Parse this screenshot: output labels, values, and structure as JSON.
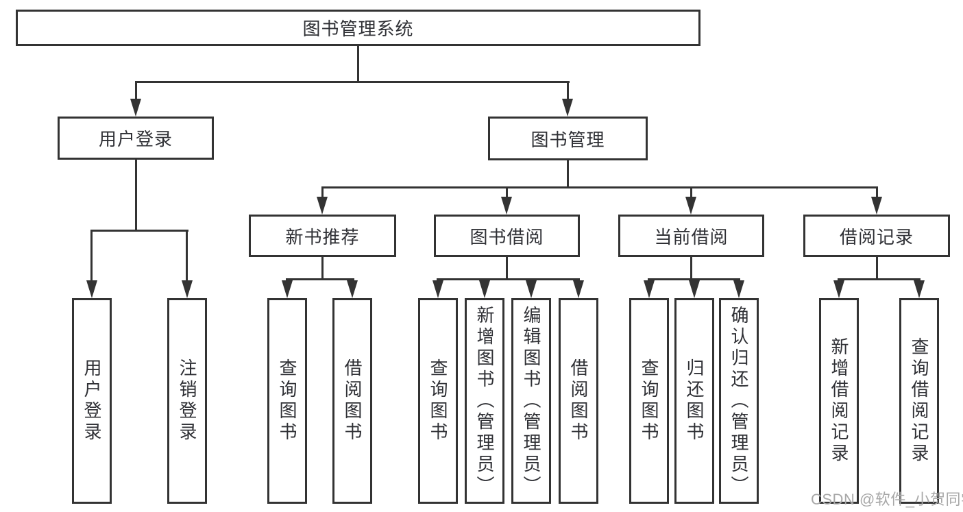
{
  "nodes": {
    "root": {
      "label": "图书管理系统"
    },
    "l2": [
      {
        "id": "user-login",
        "label": "用户登录"
      },
      {
        "id": "book-management",
        "label": "图书管理"
      }
    ],
    "l3": [
      {
        "id": "new-book-recommend",
        "label": "新书推荐"
      },
      {
        "id": "book-borrowing",
        "label": "图书借阅"
      },
      {
        "id": "current-borrowing",
        "label": "当前借阅"
      },
      {
        "id": "borrowing-records",
        "label": "借阅记录"
      }
    ],
    "leaves": [
      {
        "id": "leaf-user-login",
        "label": "用户登录"
      },
      {
        "id": "leaf-logout",
        "label": "注销登录"
      },
      {
        "id": "leaf-query-books-recommend",
        "label": "查询图书"
      },
      {
        "id": "leaf-borrow-books-recommend",
        "label": "借阅图书"
      },
      {
        "id": "leaf-query-books-borrowing",
        "label": "查询图书"
      },
      {
        "id": "leaf-add-books-admin",
        "label": "新增图书（管理员）"
      },
      {
        "id": "leaf-edit-books-admin",
        "label": "编辑图书（管理员）"
      },
      {
        "id": "leaf-borrow-books-borrowing",
        "label": "借阅图书"
      },
      {
        "id": "leaf-query-books-current",
        "label": "查询图书"
      },
      {
        "id": "leaf-return-books",
        "label": "归还图书"
      },
      {
        "id": "leaf-confirm-return-admin",
        "label": "确认归还（管理员）"
      },
      {
        "id": "leaf-add-borrow-record",
        "label": "新增借阅记录"
      },
      {
        "id": "leaf-query-borrow-record",
        "label": "查询借阅记录"
      }
    ]
  },
  "icons": {
    "arrowhead": "filled-triangle-down"
  },
  "watermark": {
    "text": "CSDN @软件_小贺同学"
  },
  "colors": {
    "line": "#333333",
    "text": "#2f3035",
    "background": "#ffffff",
    "watermark": "#a8a8a8"
  }
}
